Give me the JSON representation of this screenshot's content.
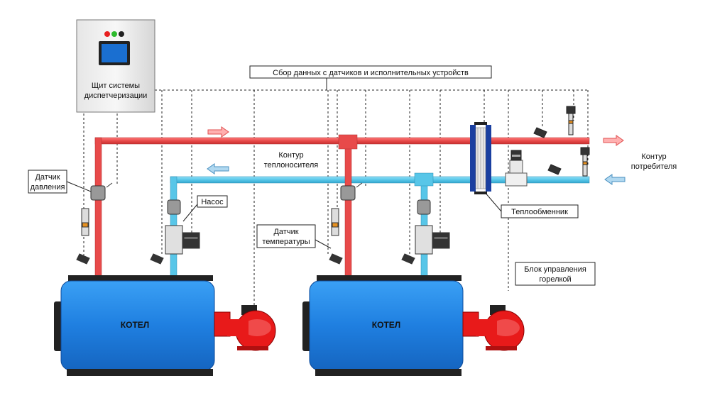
{
  "labels": {
    "panel_line1": "Щит системы",
    "panel_line2": "диспетчеризации",
    "data_bus": "Сбор данных с датчиков и исполнительных устройств",
    "pressure_line1": "Датчик",
    "pressure_line2": "давления",
    "pump": "Насос",
    "coolant_line1": "Контур",
    "coolant_line2": "теплоносителя",
    "temp_line1": "Датчик",
    "temp_line2": "температуры",
    "consumer_line1": "Контур",
    "consumer_line2": "потребителя",
    "exchanger": "Теплообменник",
    "burner_ctrl_line1": "Блок управления",
    "burner_ctrl_line2": "горелкой",
    "boiler1": "КОТЕЛ",
    "boiler2": "КОТЕЛ"
  },
  "colors": {
    "supply_pipe": "#e84a4a",
    "return_pipe": "#58c6e8",
    "boiler": "#1f7fe0",
    "burner": "#e81a1a",
    "panel_screen": "#1a6fd1",
    "lamp_red": "#e82020",
    "lamp_green": "#2dbb2d"
  }
}
